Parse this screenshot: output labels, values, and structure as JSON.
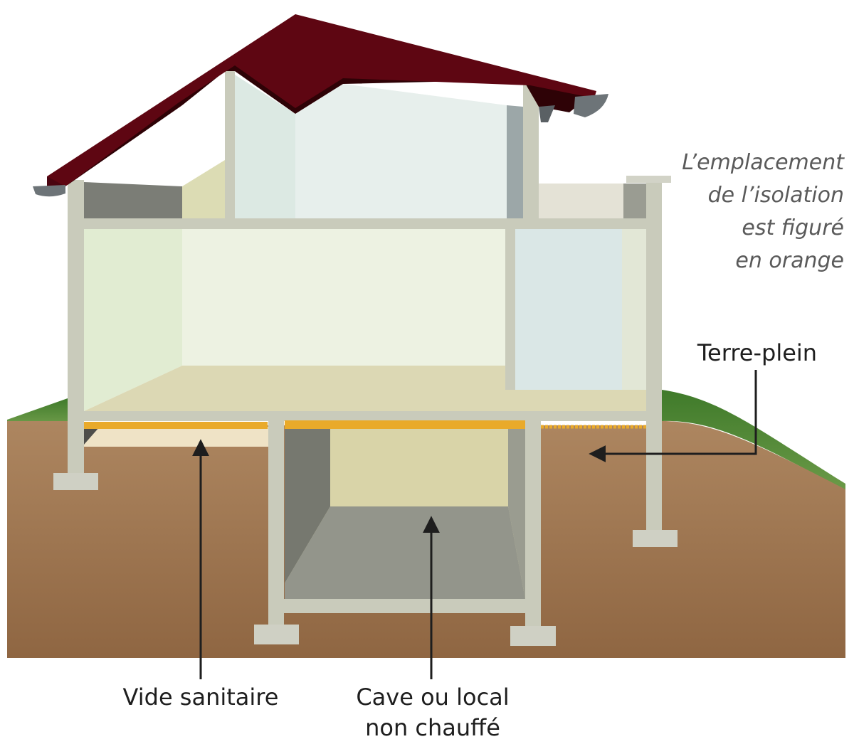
{
  "note": {
    "lines": [
      "L’emplacement",
      "de l’isolation",
      "est figuré",
      "en orange"
    ]
  },
  "labels": {
    "terre_plein": "Terre-plein",
    "vide_sanitaire": "Vide sanitaire",
    "cave": [
      "Cave ou local",
      "non chauffé"
    ]
  },
  "colors": {
    "roof": "#5e0612",
    "roof_underside": "#2e0206",
    "gutter": "#6d7478",
    "soil": "#9d7450",
    "grass": "#4f8534",
    "concrete": "#c9cbbb",
    "insulation": "#e9aa2a",
    "floor": "#dcd8b4",
    "cellar_floor": "#93958b",
    "arrow": "#1e1e1e",
    "note_text": "#5a5a5a"
  }
}
